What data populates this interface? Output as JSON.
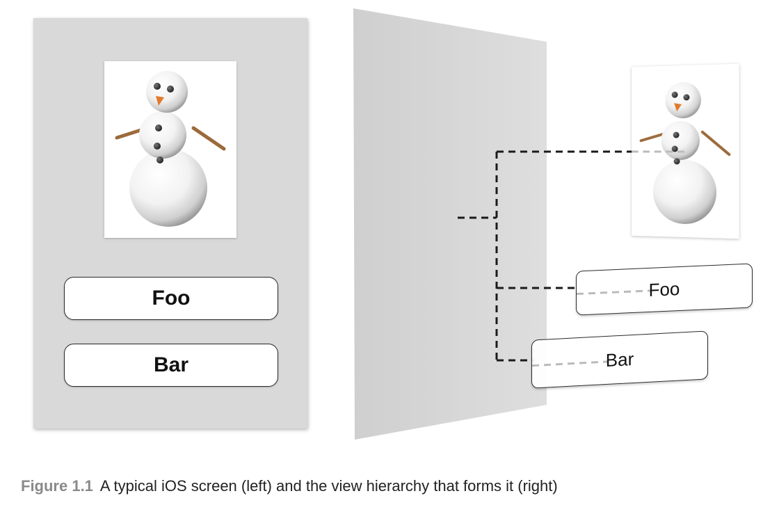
{
  "screen": {
    "buttons": [
      {
        "label": "Foo"
      },
      {
        "label": "Bar"
      }
    ]
  },
  "hierarchy": {
    "buttons": [
      {
        "label": "Foo"
      },
      {
        "label": "Bar"
      }
    ]
  },
  "caption": {
    "figure_number": "Figure 1.1",
    "text": "A typical iOS screen (left) and the view hierarchy that forms it (right)"
  },
  "colors": {
    "view_background": "#d9d9d9",
    "button_border": "#2a2a2a",
    "caption_label": "#8a8a8a",
    "carrot": "#e07a2a",
    "stick_arm": "#9c6a3a"
  }
}
